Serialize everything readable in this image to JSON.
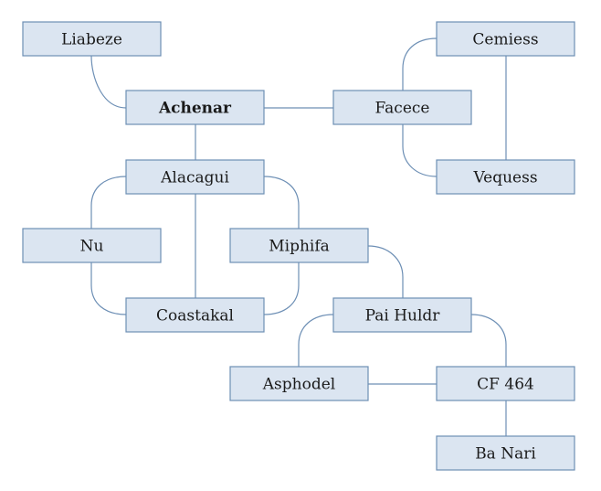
{
  "diagram": {
    "nodes": [
      {
        "id": "liabeze",
        "label": "Liabeze"
      },
      {
        "id": "achenar",
        "label": "Achenar",
        "bold": true
      },
      {
        "id": "facece",
        "label": "Facece"
      },
      {
        "id": "cemiess",
        "label": "Cemiess"
      },
      {
        "id": "vequess",
        "label": "Vequess"
      },
      {
        "id": "alacagui",
        "label": "Alacagui"
      },
      {
        "id": "nu",
        "label": "Nu"
      },
      {
        "id": "miphifa",
        "label": "Miphifa"
      },
      {
        "id": "coastakal",
        "label": "Coastakal"
      },
      {
        "id": "pai-huldr",
        "label": "Pai Huldr"
      },
      {
        "id": "asphodel",
        "label": "Asphodel"
      },
      {
        "id": "cf-464",
        "label": "CF 464"
      },
      {
        "id": "ba-nari",
        "label": "Ba Nari"
      }
    ],
    "edges": [
      [
        "liabeze",
        "achenar"
      ],
      [
        "achenar",
        "facece"
      ],
      [
        "facece",
        "cemiess"
      ],
      [
        "facece",
        "vequess"
      ],
      [
        "cemiess",
        "vequess"
      ],
      [
        "achenar",
        "alacagui"
      ],
      [
        "alacagui",
        "nu"
      ],
      [
        "alacagui",
        "miphifa"
      ],
      [
        "alacagui",
        "coastakal"
      ],
      [
        "nu",
        "coastakal"
      ],
      [
        "miphifa",
        "coastakal"
      ],
      [
        "miphifa",
        "pai-huldr"
      ],
      [
        "pai-huldr",
        "asphodel"
      ],
      [
        "pai-huldr",
        "cf-464"
      ],
      [
        "asphodel",
        "cf-464"
      ],
      [
        "cf-464",
        "ba-nari"
      ]
    ],
    "colors": {
      "node_fill": "#dbe5f1",
      "node_border": "#6d8fb5",
      "edge": "#6d8fb5",
      "text": "#1a1a1a"
    }
  }
}
